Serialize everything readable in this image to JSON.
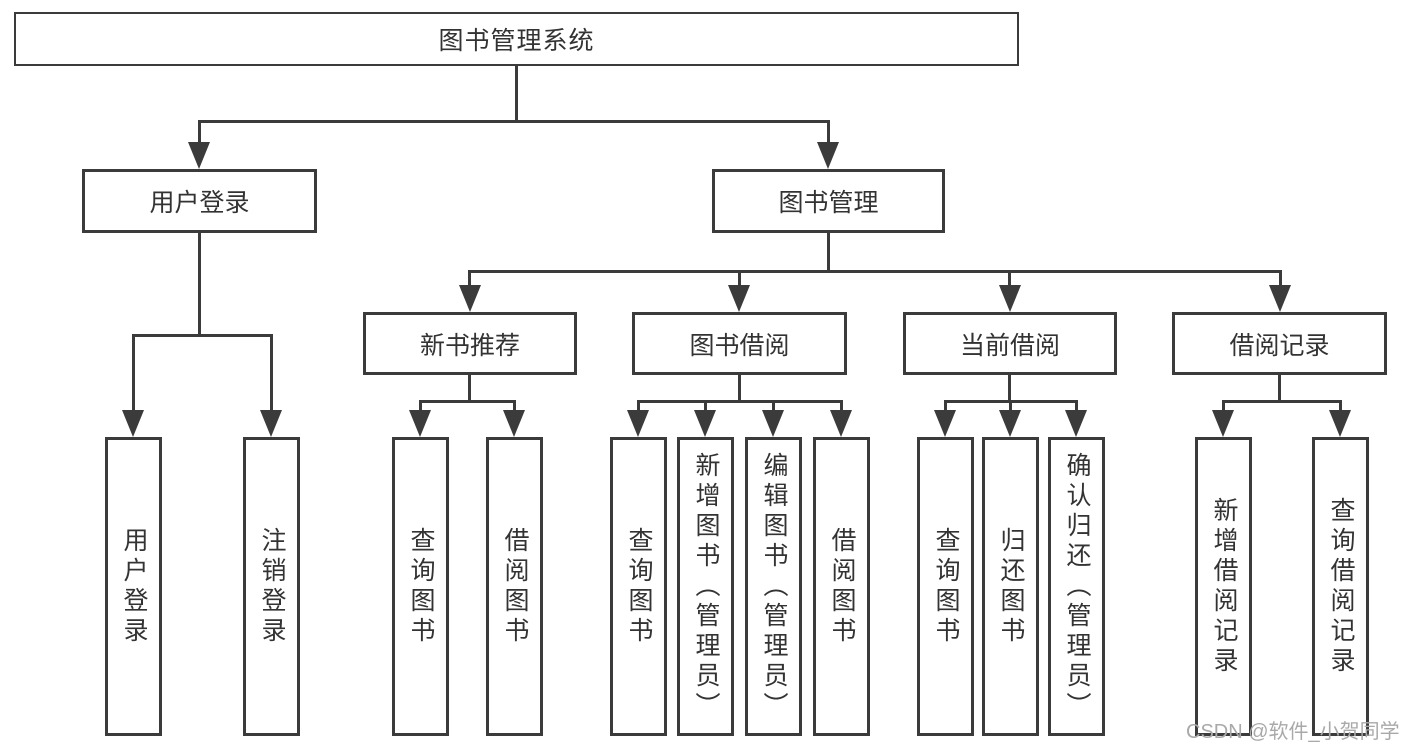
{
  "diagram": {
    "type": "hierarchy-tree",
    "root": {
      "label": "图书管理系统"
    },
    "level2": {
      "user_login": {
        "label": "用户登录"
      },
      "book_management": {
        "label": "图书管理"
      }
    },
    "level3": {
      "new_book_recommendation": {
        "label": "新书推荐",
        "parent": "图书管理"
      },
      "book_borrowing": {
        "label": "图书借阅",
        "parent": "图书管理"
      },
      "current_borrowing": {
        "label": "当前借阅",
        "parent": "图书管理"
      },
      "borrowing_records": {
        "label": "借阅记录",
        "parent": "图书管理"
      }
    },
    "leaves": {
      "login": {
        "label": "用户登录",
        "parent": "用户登录"
      },
      "logout": {
        "label": "注销登录",
        "parent": "用户登录"
      },
      "nbr_query_books": {
        "label": "查询图书",
        "parent": "新书推荐"
      },
      "nbr_borrow_books": {
        "label": "借阅图书",
        "parent": "新书推荐"
      },
      "bb_query_books": {
        "label": "查询图书",
        "parent": "图书借阅"
      },
      "bb_add_books": {
        "label": "新增图书（管理员）",
        "parent": "图书借阅"
      },
      "bb_edit_books": {
        "label": "编辑图书（管理员）",
        "parent": "图书借阅"
      },
      "bb_borrow_books": {
        "label": "借阅图书",
        "parent": "图书借阅"
      },
      "cb_query_books": {
        "label": "查询图书",
        "parent": "当前借阅"
      },
      "cb_return_books": {
        "label": "归还图书",
        "parent": "当前借阅"
      },
      "cb_confirm_return": {
        "label": "确认归还（管理员）",
        "parent": "当前借阅"
      },
      "br_add_record": {
        "label": "新增借阅记录",
        "parent": "借阅记录"
      },
      "br_query_record": {
        "label": "查询借阅记录",
        "parent": "借阅记录"
      }
    },
    "watermark": "CSDN @软件_小贺同学",
    "colors": {
      "line": "#3b3b3b",
      "text": "#333333",
      "watermark": "#a9a9a9",
      "background": "#ffffff"
    }
  }
}
